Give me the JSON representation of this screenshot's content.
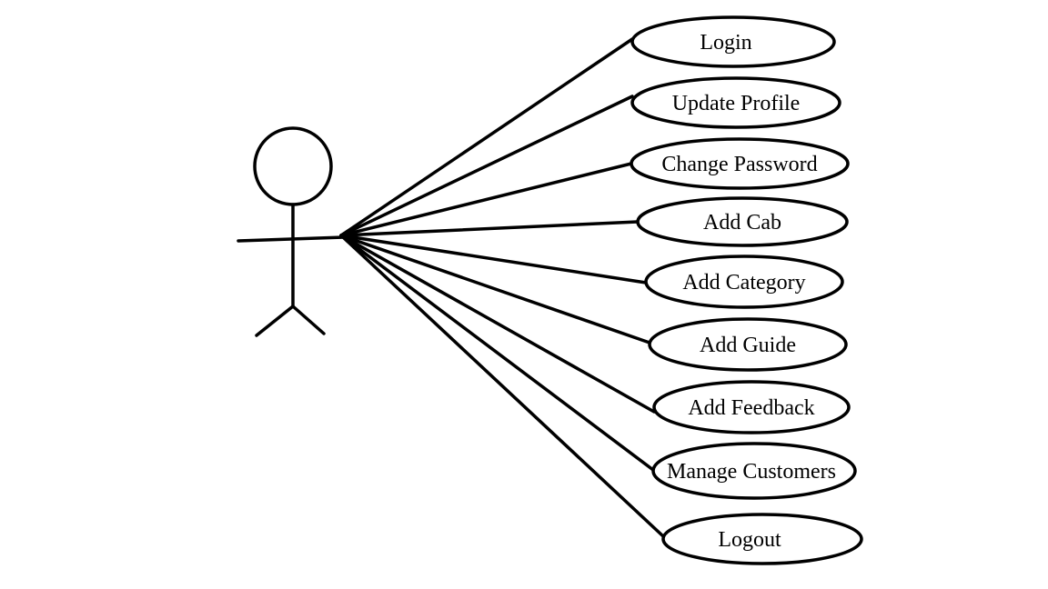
{
  "diagram": {
    "use_cases": [
      {
        "label": "Login"
      },
      {
        "label": "Update Profile"
      },
      {
        "label": "Change Password"
      },
      {
        "label": "Add Cab"
      },
      {
        "label": "Add Category"
      },
      {
        "label": "Add Guide"
      },
      {
        "label": "Add Feedback"
      },
      {
        "label": "Manage Customers"
      },
      {
        "label": "Logout"
      }
    ]
  }
}
